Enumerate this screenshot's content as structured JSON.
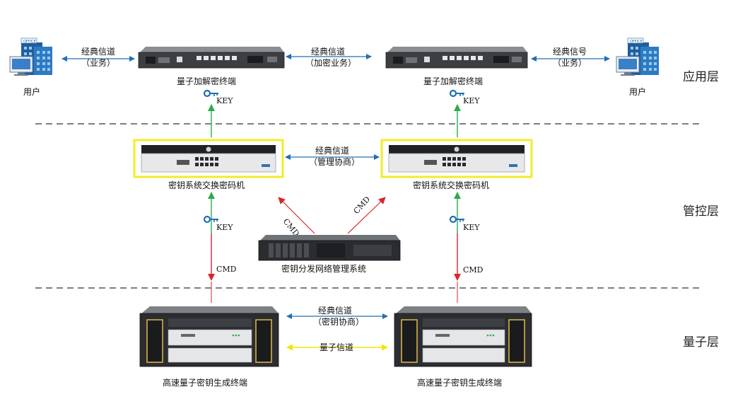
{
  "layers": {
    "app": "应用层",
    "control": "管控层",
    "quantum": "量子层"
  },
  "users": {
    "left": "用户",
    "right": "用户",
    "building_sign": "OFFICE"
  },
  "devices": {
    "encryptor_left": "量子加解密终端",
    "encryptor_right": "量子加解密终端",
    "switch_left": "密钥系统交换密码机",
    "switch_right": "密钥系统交换密码机",
    "management": "密钥分发网络管理系统",
    "qkd_left": "高速量子密钥生成终端",
    "qkd_right": "高速量子密钥生成终端"
  },
  "channels": {
    "top_left_1": "经典信道",
    "top_left_2": "（业务）",
    "top_mid_1": "经典信道",
    "top_mid_2": "（加密业务）",
    "top_right_1": "经典信号",
    "top_right_2": "（业务）",
    "mid_1": "经典信道",
    "mid_2": "（管理协商）",
    "bottom_1": "经典信道",
    "bottom_2": "（密钥协商）",
    "quantum": "量子信道"
  },
  "signals": {
    "key_tl": "KEY",
    "key_tr": "KEY",
    "key_ml": "KEY",
    "key_mr": "KEY",
    "cmd_bl": "CMD",
    "cmd_br": "CMD",
    "cmd_diag_left": "CMD",
    "cmd_diag_right": "CMD"
  },
  "colors": {
    "arrow_blue": "#1f6fb5",
    "key_green": "#2eaa4a",
    "cmd_red": "#d9262c",
    "quantum_yellow": "#f2e600",
    "highlight_yellow": "#f2ec2a",
    "device_dark": "#3c3e42"
  }
}
